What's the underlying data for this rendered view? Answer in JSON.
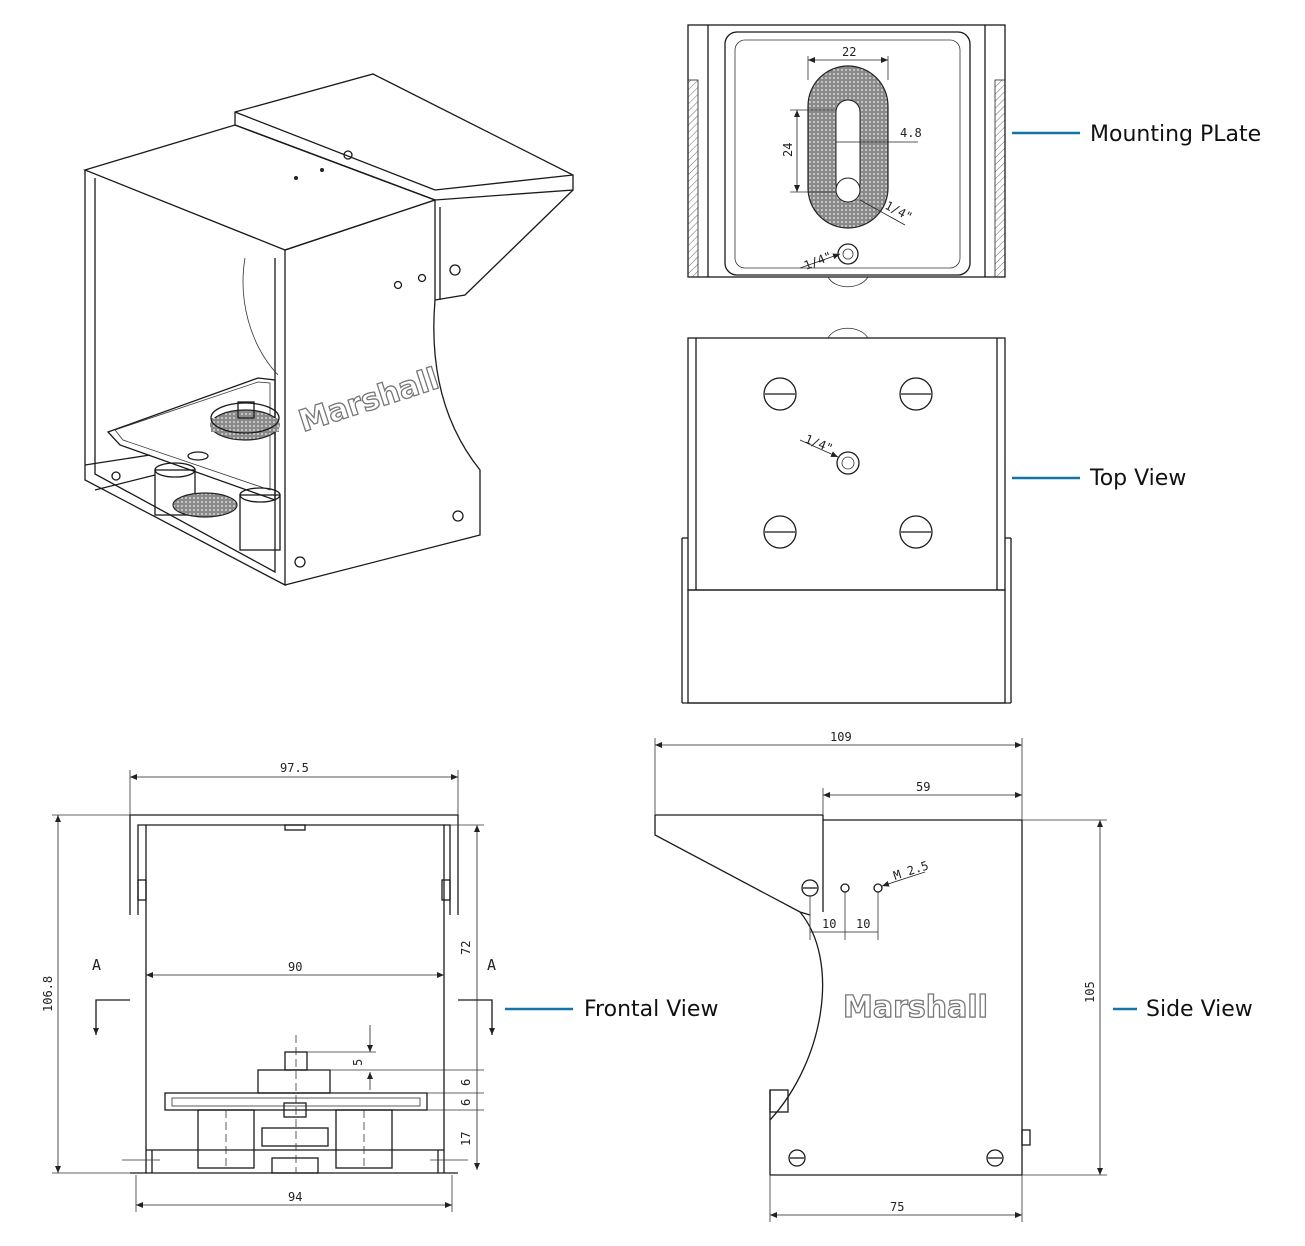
{
  "brand": {
    "logo_text": "Marshall"
  },
  "colors": {
    "callout_line": "#1673a8",
    "linework": "#1a1a1a"
  },
  "views": {
    "mounting_plate": {
      "label": "Mounting PLate",
      "dims": {
        "slot_width": "22",
        "slot_length": "24",
        "slot_gap": "4.8",
        "thread_slot": "1/4\"",
        "thread_bottom": "1/4\""
      }
    },
    "top_view": {
      "label": "Top View",
      "dims": {
        "thread": "1/4\""
      }
    },
    "frontal_view": {
      "label": "Frontal View",
      "dims": {
        "top_width": "97.5",
        "inner_width": "90",
        "bottom_width": "94",
        "height": "106.8",
        "inner_height": "72",
        "screw": "5",
        "plate_1": "6",
        "plate_2": "6",
        "base": "17",
        "section_left": "A",
        "section_right": "A"
      }
    },
    "side_view": {
      "label": "Side View",
      "dims": {
        "total_depth": "109",
        "top_depth": "59",
        "base_depth": "75",
        "height": "105",
        "hole_spacing_1": "10",
        "hole_spacing_2": "10",
        "thread": "M 2.5"
      }
    }
  }
}
